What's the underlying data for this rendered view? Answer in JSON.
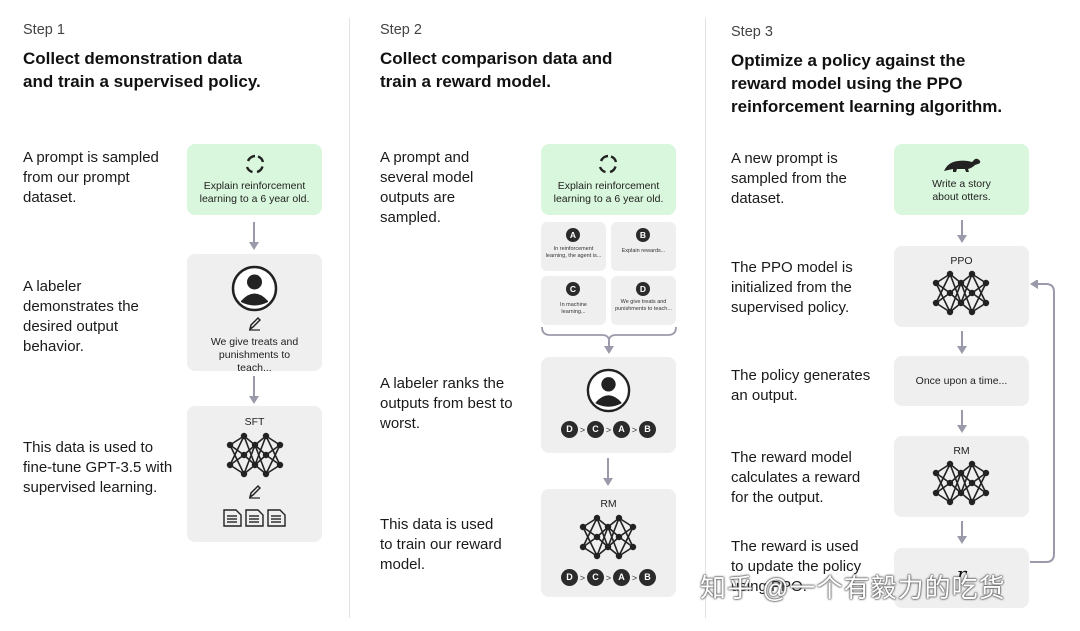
{
  "step1": {
    "label": "Step 1",
    "title": "Collect demonstration data and train a supervised policy.",
    "desc1": "A prompt is sampled from our prompt dataset.",
    "desc2": "A labeler demonstrates the desired output behavior.",
    "desc3": "This data is used to fine-tune GPT-3.5 with supervised learning.",
    "prompt_box": "Explain reinforcement learning to a 6 year old.",
    "demo_box": "We give treats and punishments to teach...",
    "model_label": "SFT"
  },
  "step2": {
    "label": "Step 2",
    "title": "Collect comparison data and train a reward model.",
    "desc1": "A prompt and several model outputs are sampled.",
    "desc2": "A labeler ranks the outputs from best to worst.",
    "desc3": "This data is used to train our reward model.",
    "prompt_box": "Explain reinforcement learning to a 6 year old.",
    "outputs": [
      {
        "letter": "A",
        "text": "In reinforcement learning, the agent is..."
      },
      {
        "letter": "B",
        "text": "Explain rewards..."
      },
      {
        "letter": "C",
        "text": "In machine learning..."
      },
      {
        "letter": "D",
        "text": "We give treats and punishments to teach..."
      }
    ],
    "ranking": [
      "D",
      "C",
      "A",
      "B"
    ],
    "ranking_sep": ">",
    "model_label": "RM"
  },
  "step3": {
    "label": "Step 3",
    "title": "Optimize a policy against the reward model using the PPO reinforcement learning algorithm.",
    "desc1": "A new prompt is sampled from the dataset.",
    "desc2": "The PPO model is initialized from the supervised policy.",
    "desc3": "The policy generates an output.",
    "desc4": "The reward model calculates a reward for the output.",
    "desc5": "The reward is used to update the policy using PPO.",
    "prompt_box": "Write a story about otters.",
    "ppo_label": "PPO",
    "output_box": "Once upon a time...",
    "rm_label": "RM",
    "reward_symbol": "r"
  },
  "watermark": "知乎 @一个有毅力的吃货",
  "colors": {
    "prompt_box_bg": "#d9f7dd",
    "box_bg": "#efefef",
    "arrow": "#9a9aaa",
    "node": "#222222"
  },
  "icons": {
    "prompt": "recycle-arrows-icon",
    "labeler": "person-icon",
    "pencil": "pencil-icon",
    "neural_net": "neural-network-icon",
    "documents": "document-stack-icon",
    "otter": "otter-icon"
  }
}
